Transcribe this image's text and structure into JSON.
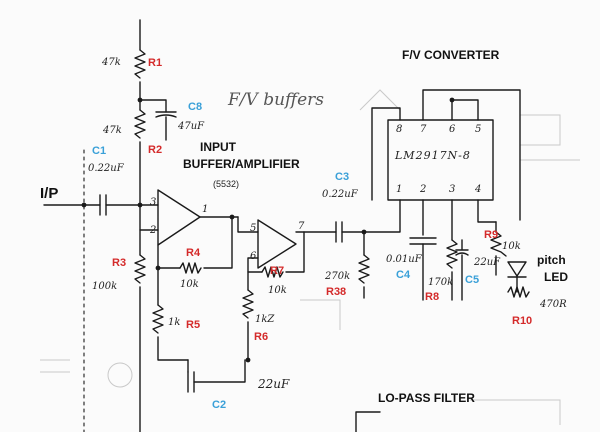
{
  "titles": {
    "fv_converter": "F/V CONVERTER",
    "input_buffer_line1": "INPUT",
    "input_buffer_line2": "BUFFER/AMPLIFIER",
    "input_buffer_part": "(5532)",
    "lo_pass": "LO-PASS FILTER",
    "handwritten_note": "F/V buffers"
  },
  "io": {
    "input": "I/P",
    "pitch": "pitch",
    "led": "LED"
  },
  "ic": {
    "part": "LM2917N-8",
    "pins_top": [
      "8",
      "7",
      "6",
      "5"
    ],
    "pins_bottom": [
      "1",
      "2",
      "3",
      "4"
    ]
  },
  "opamp_pins": {
    "a_plus": "3",
    "a_minus": "2",
    "a_out": "1",
    "b_plus": "5",
    "b_minus": "6",
    "b_out": "7"
  },
  "components": {
    "R1": {
      "label": "R1",
      "value": "47k"
    },
    "R2": {
      "label": "R2",
      "value": "47k"
    },
    "R3": {
      "label": "R3",
      "value": "100k"
    },
    "R4": {
      "label": "R4",
      "value": "10k"
    },
    "R5": {
      "label": "R5",
      "value": "1k"
    },
    "R6": {
      "label": "R6",
      "value": "1kZ"
    },
    "R7": {
      "label": "R7",
      "value": "10k"
    },
    "R8": {
      "label": "R8",
      "value": "170k"
    },
    "R9": {
      "label": "R9",
      "value": "10k"
    },
    "R10": {
      "label": "R10",
      "value": "470R"
    },
    "R38": {
      "label": "R38",
      "value": "270k"
    },
    "C1": {
      "label": "C1",
      "value": "0.22uF"
    },
    "C2": {
      "label": "C2",
      "value": "22uF"
    },
    "C3": {
      "label": "C3",
      "value": "0.22uF"
    },
    "C4": {
      "label": "C4",
      "value": "0.01uF"
    },
    "C5": {
      "label": "C5",
      "value": "22uF"
    },
    "C8": {
      "label": "C8",
      "value": "47uF"
    }
  },
  "colors": {
    "ref_red": "#d42a2a",
    "cap_blue": "#3aa0d8",
    "ink": "#1a1a1a",
    "ghost": "#cfcfcf"
  }
}
